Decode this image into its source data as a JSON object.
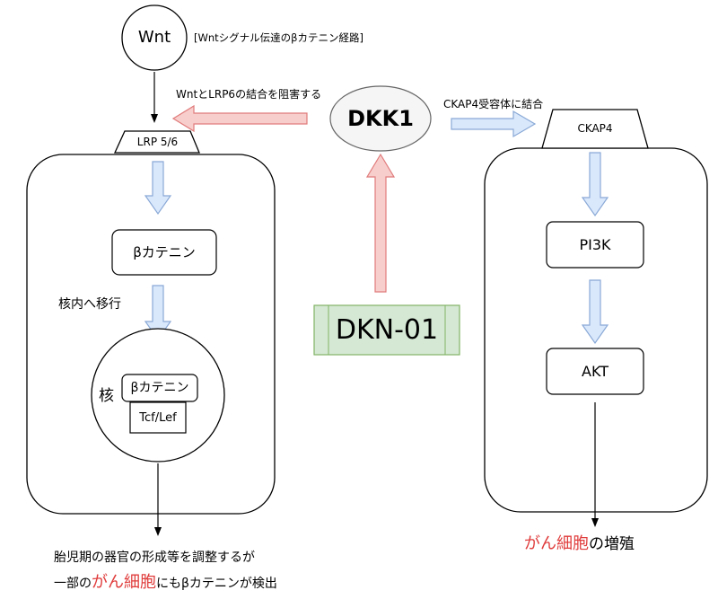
{
  "wnt": {
    "node": "Wnt",
    "pathway_note": "[Wntシグナル伝達のβカテニン経路]"
  },
  "dkk1": {
    "node": "DKK1",
    "inhibit_label": "WntとLRP6の結合を阻害する",
    "bind_label": "CKAP4受容体に結合"
  },
  "drug": {
    "label": "DKN-01"
  },
  "left_cell": {
    "receptor": "LRP 5/6",
    "beta_catenin": "βカテニン",
    "translocation": "核内へ移行",
    "nucleus_label": "核",
    "nucleus_beta": "βカテニン",
    "tcf": "Tcf/Lef",
    "outcome_line1": "胎児期の器官の形成等を調整するが",
    "outcome_line2_pre": "一部の",
    "outcome_line2_hl": "がん細胞",
    "outcome_line2_post": "にもβカテニンが検出"
  },
  "right_cell": {
    "receptor": "CKAP4",
    "pi3k": "PI3K",
    "akt": "AKT",
    "outcome_hl": "がん細胞",
    "outcome_post": "の増殖"
  },
  "colors": {
    "red_fill": "#f8cecc",
    "red_stroke": "#e07b7b",
    "blue_fill": "#dae8fc",
    "blue_stroke": "#8aa9d6",
    "green_fill": "#d5e8d4",
    "green_stroke": "#82b366",
    "dkk1_fill": "#f5f5f5",
    "highlight_text": "#e03c3c"
  }
}
